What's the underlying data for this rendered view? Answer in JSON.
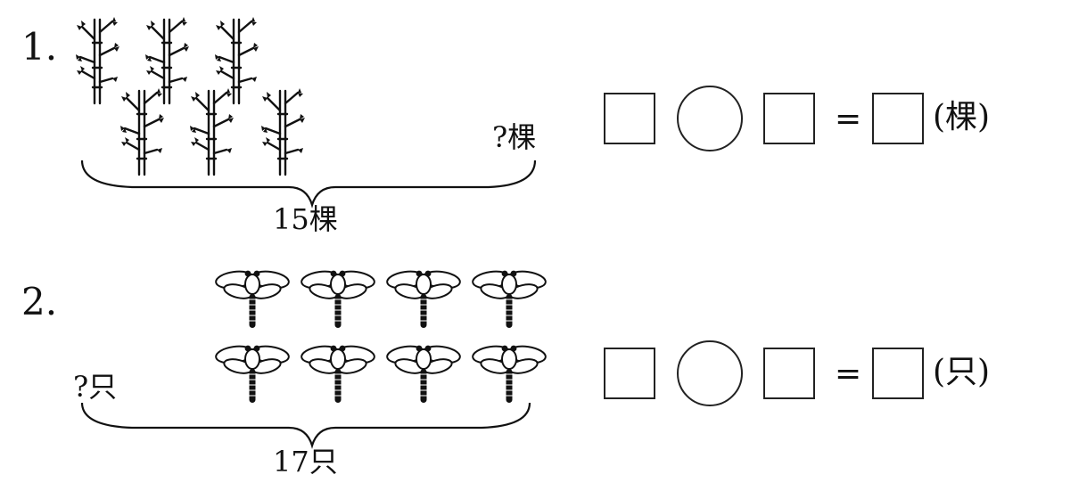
{
  "problems": [
    {
      "number": "1.",
      "item_icon": "bamboo-icon",
      "visible_count": 6,
      "part_label": "?棵",
      "total_label": "15棵",
      "answer_unit": "(棵)"
    },
    {
      "number": "2.",
      "item_icon": "dragonfly-icon",
      "visible_count": 8,
      "part_label": "?只",
      "total_label": "17只",
      "answer_unit": "(只)"
    }
  ],
  "equals_sign": "="
}
